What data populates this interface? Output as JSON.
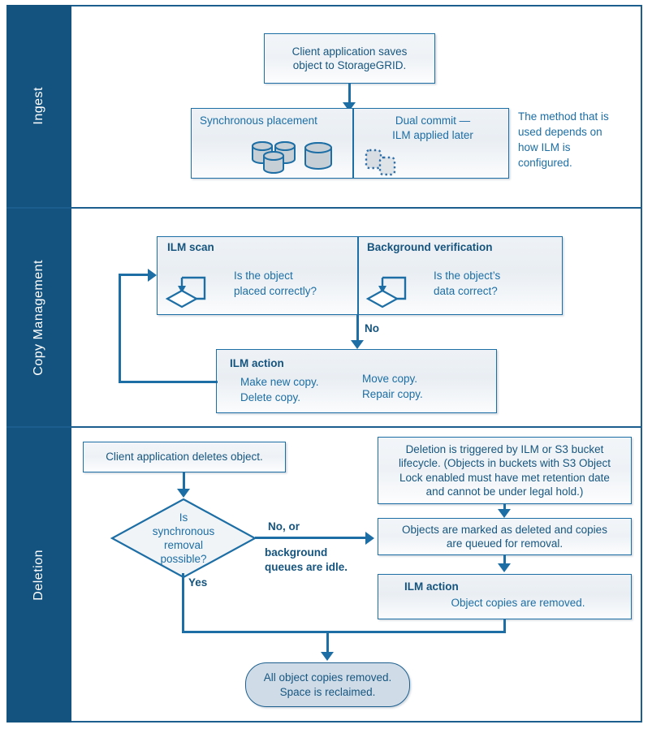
{
  "diagram": {
    "title": "StorageGRID object lifecycle: ingest, copy management, deletion",
    "accent_dark": "#14537f",
    "accent_mid": "#1c6ea4",
    "accent_line": "#1c5f8e",
    "terminator_fill": "#cfdce8"
  },
  "lanes": [
    {
      "label": "Ingest"
    },
    {
      "label": "Copy Management"
    },
    {
      "label": "Deletion"
    }
  ],
  "ingest": {
    "client_box": "Client application saves\nobject to StorageGRID.",
    "client_line1": "Client application saves",
    "client_line2": "object to StorageGRID.",
    "sync_label": "Synchronous placement",
    "dual_line1": "Dual commit —",
    "dual_line2": "ILM applied later",
    "note": "The method that is used depends on how ILM is configured.",
    "note_line1": "The method that is",
    "note_line2": "used depends on",
    "note_line3": "how ILM is",
    "note_line4": "configured."
  },
  "copy_management": {
    "ilm_scan_title": "ILM scan",
    "ilm_scan_q_line1": "Is the object",
    "ilm_scan_q_line2": "placed correctly?",
    "bgverify_title": "Background verification",
    "bgverify_q_line1": "Is the object’s",
    "bgverify_q_line2": "data correct?",
    "no_label": "No",
    "ilm_action_title": "ILM action",
    "action_col1_line1": "Make new copy.",
    "action_col1_line2": "Delete copy.",
    "action_col2_line1": "Move copy.",
    "action_col2_line2": "Repair copy."
  },
  "deletion": {
    "client_delete": "Client application deletes object.",
    "decision_line1": "Is",
    "decision_line2": "synchronous",
    "decision_line3": "removal",
    "decision_line4": "possible?",
    "branch_no_line1": "No, or",
    "branch_no_line2": "background",
    "branch_no_line3": "queues are idle.",
    "branch_yes": "Yes",
    "trigger_note_line1": "Deletion is triggered by ILM or  S3 bucket",
    "trigger_note_line2": "lifecycle. (Objects in buckets with S3 Object",
    "trigger_note_line3": "Lock enabled must have met retention date",
    "trigger_note_line4": "and cannot be under legal hold.)",
    "marked_line1": "Objects are marked as deleted and copies",
    "marked_line2": "are queued for removal.",
    "ilm_action_title": "ILM action",
    "ilm_action_body": "Object copies are removed.",
    "terminator_line1": "All object copies removed.",
    "terminator_line2": "Space is reclaimed."
  },
  "icons": {
    "storage_cylinders": "storage-cylinders-icon",
    "dashed_copies": "dashed-pending-copies-icon",
    "loop_decision": "loop-decision-icon"
  }
}
